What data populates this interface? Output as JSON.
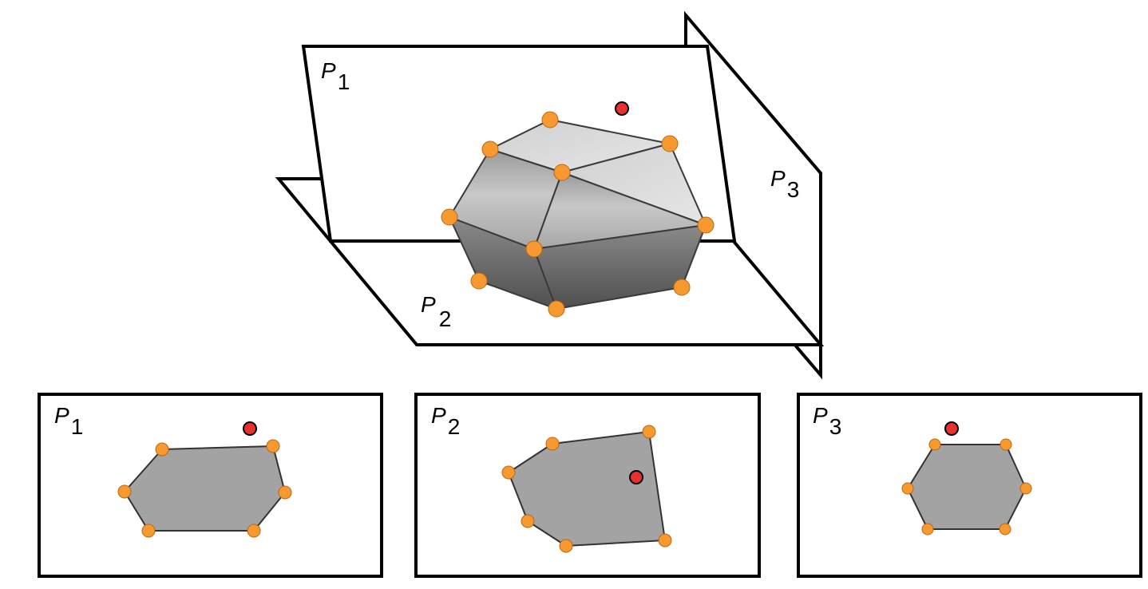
{
  "labels": {
    "p1_main": "P",
    "p1_sub": "1",
    "p2_main": "P",
    "p2_sub": "2",
    "p3_main": "P",
    "p3_sub": "3"
  },
  "panels": [
    {
      "main": "P",
      "sub": "1"
    },
    {
      "main": "P",
      "sub": "2"
    },
    {
      "main": "P",
      "sub": "3"
    }
  ],
  "colors": {
    "vertex": "#f7992f",
    "point": "#e8302f",
    "polygon_fill": "#a3a3a3"
  }
}
